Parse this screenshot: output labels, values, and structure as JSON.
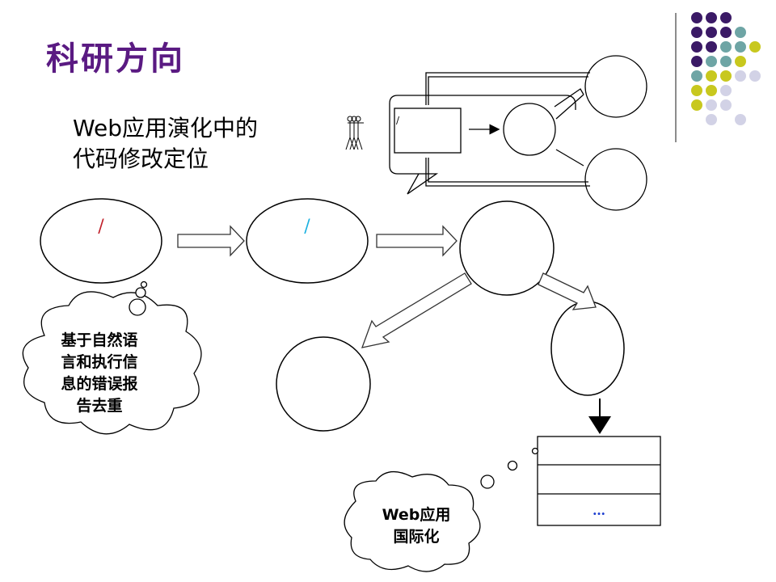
{
  "slide": {
    "title": "科研方向",
    "subtitle_line1": "Web应用演化中的",
    "subtitle_line2": "代码修改定位"
  },
  "nodes": {
    "n1_line1": "  /  ",
    "n1_line2": "    ",
    "n2_line1": "  /  ",
    "n2_line2": "  ",
    "n3_line1": "  ",
    "n3_line2": "  ",
    "n4_line1": "  ",
    "n4_line2": "  ",
    "n5_line1": "  ",
    "n5_line2": "  "
  },
  "clouds": {
    "left": [
      "基于自然语",
      "言和执行信",
      "息的错误报",
      "告去重"
    ],
    "bottom": [
      "Web应用",
      "国际化"
    ]
  },
  "table": {
    "row1": "   ",
    "row2": "     ",
    "row3": "…"
  },
  "mini": {
    "actor_label": "  ",
    "box_line1": "    /",
    "box_line2": "    ",
    "mid_label": "  ",
    "top_line1": "  ",
    "top_line2": "  ",
    "bot_label": "  "
  },
  "colors": {
    "title": "#5a1a82",
    "red": "#c0202a",
    "blue": "#1e3fd0",
    "cyan": "#1ab0e0",
    "green": "#1e8a2a",
    "dark_purple": "#3b1a66",
    "teal": "#6ea5a5",
    "olive": "#c8c81e",
    "lavender": "#d2d2e6"
  },
  "icons": [
    "stick-figure-icon",
    "down-arrow-icon",
    "block-arrow-icon"
  ]
}
